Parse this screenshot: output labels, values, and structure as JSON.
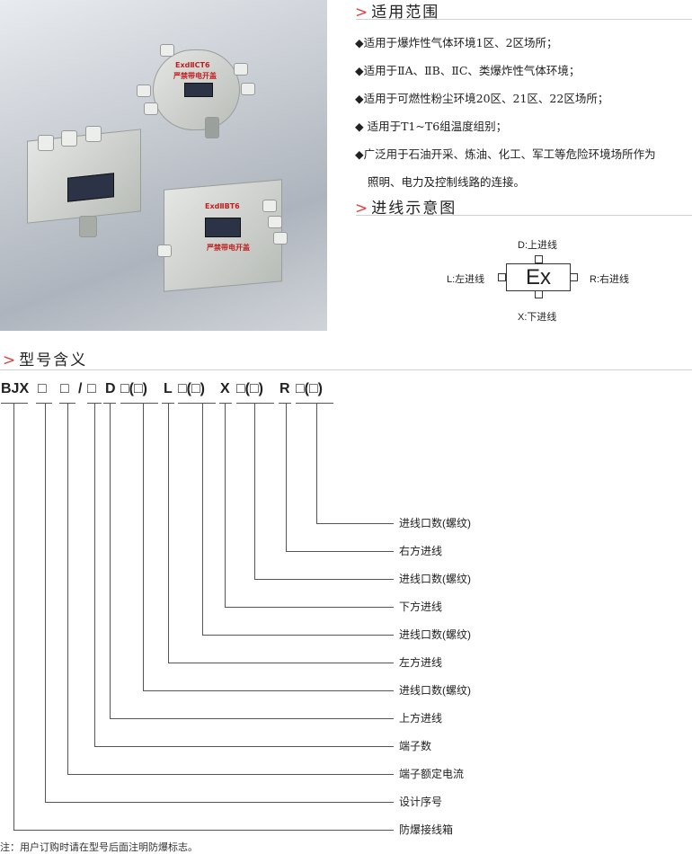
{
  "product_photo": {
    "alt": "explosion-proof junction boxes",
    "labels": [
      "ExdⅡCT6",
      "严禁带电开盖",
      "ExdⅡBT6",
      "严禁带电开盖"
    ]
  },
  "scope": {
    "title": "适用范围",
    "arrow": ">",
    "items": [
      "◆适用于爆炸性气体环境1区、2区场所；",
      "◆适用于ⅡA、ⅡB、ⅡC、类爆炸性气体环境；",
      "◆适用于可燃性粉尘环境20区、21区、22区场所；",
      "◆ 适用于T1~T6组温度组别；",
      "◆广泛用于石油开采、炼油、化工、军工等危险环境场所作为",
      "照明、电力及控制线路的连接。"
    ]
  },
  "wiring": {
    "title": "进线示意图",
    "arrow": ">",
    "center": "Ex",
    "top": "D:上进线",
    "bottom": "X:下进线",
    "left": "L:左进线",
    "right": "R:右进线"
  },
  "model": {
    "title": "型号含义",
    "arrow": ">",
    "tokens": [
      "BJX",
      "□",
      "□",
      "/",
      "□",
      "D",
      "□(□)",
      "L",
      "□(□)",
      "X",
      "□(□)",
      "R",
      "□(□)"
    ],
    "meanings": [
      "进线口数(螺纹)",
      "右方进线",
      "进线口数(螺纹)",
      "下方进线",
      "进线口数(螺纹)",
      "左方进线",
      "进线口数(螺纹)",
      "上方进线",
      "端子数",
      "端子额定电流",
      "设计序号",
      "防爆接线箱"
    ],
    "note": "注：用户订购时请在型号后面注明防爆标志。"
  },
  "colors": {
    "accent_arrow": "#e04040",
    "line": "#555555",
    "rule": "#d0d0d0"
  }
}
